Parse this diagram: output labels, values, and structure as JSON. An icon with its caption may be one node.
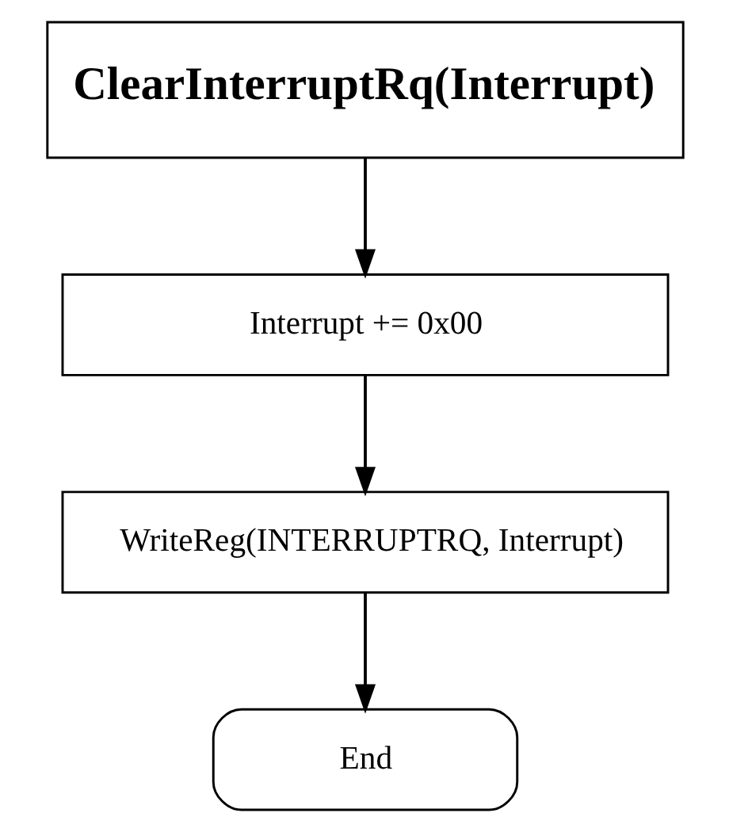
{
  "diagram": {
    "nodes": [
      {
        "text": [
          "ClearInterruptRq(Interrupt)"
        ]
      },
      {
        "text": [
          "Interrupt += 0x00"
        ]
      },
      {
        "text": [
          "WriteReg(INTERRUPTRQ, Interrupt)"
        ]
      },
      {
        "text": [
          "End"
        ]
      }
    ],
    "edges": [
      {
        "from": 0,
        "to": 1,
        "arrow": "to"
      },
      {
        "from": 1,
        "to": 2,
        "arrow": "to"
      },
      {
        "from": 2,
        "to": 3,
        "arrow": "to"
      }
    ]
  }
}
